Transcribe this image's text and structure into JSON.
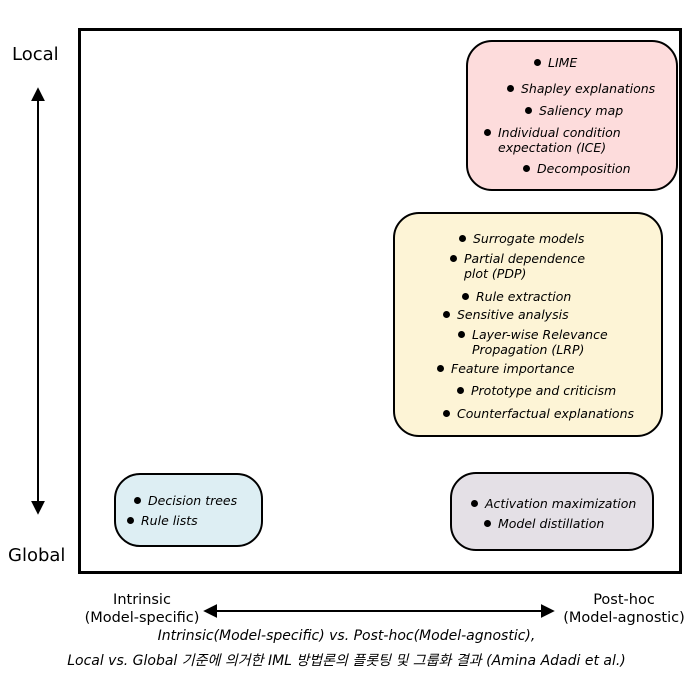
{
  "y_axis": {
    "top_label": "Local",
    "bottom_label": "Global"
  },
  "x_axis": {
    "left_label_line1": "Intrinsic",
    "left_label_line2": "(Model-specific)",
    "right_label_line1": "Post-hoc",
    "right_label_line2": "(Model-agnostic)"
  },
  "boxes": {
    "local_post_hoc": {
      "color": "#fddcdc",
      "items": [
        "LIME",
        "Shapley explanations",
        "Saliency map",
        "Individual condition",
        "expectation (ICE)",
        "Decomposition"
      ]
    },
    "global_post_hoc_mid": {
      "color": "#fdf4d6",
      "items": [
        "Surrogate models",
        "Partial dependence",
        "plot (PDP)",
        "Rule extraction",
        "Sensitive analysis",
        "Layer-wise Relevance",
        "Propagation (LRP)",
        "Feature importance",
        "Prototype and criticism",
        "Counterfactual explanations"
      ]
    },
    "global_intrinsic": {
      "color": "#ddeef3",
      "items": [
        "Decision trees",
        "Rule lists"
      ]
    },
    "global_post_hoc_bottom": {
      "color": "#e4e0e6",
      "items": [
        "Activation maximization",
        "Model distillation"
      ]
    }
  },
  "caption": {
    "line1": "Intrinsic(Model-specific) vs. Post-hoc(Model-agnostic),",
    "line2": "Local vs. Global 기준에 의거한 IML 방법론의 플롯팅 및 그룹화 결과 (Amina Adadi et al.)"
  }
}
